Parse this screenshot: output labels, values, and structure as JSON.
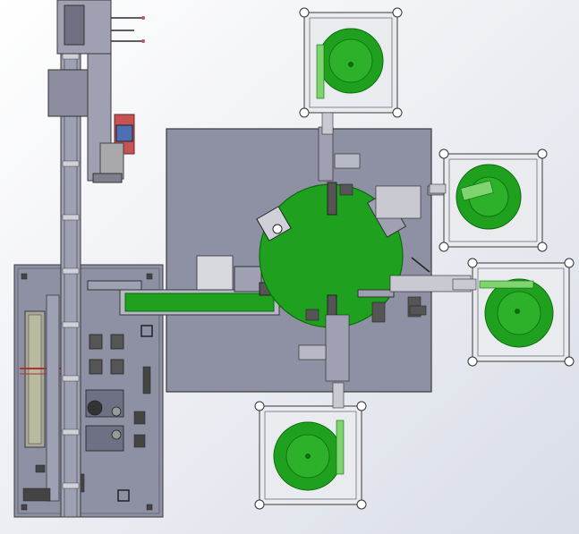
{
  "view": {
    "background_top": "#ffffff",
    "background_bottom": "#d9dde7",
    "line_color": "#3a3a3a",
    "plate_color": "#8e90a3",
    "frame_color": "#e9ebef",
    "green_color": "#1fa11f",
    "green_dark": "#0b6b0b",
    "green_light": "#7fd46f",
    "accent_red": "#c65353"
  },
  "components": [
    "top-feeder-bowl",
    "right-upper-feeder-bowl",
    "right-lower-feeder-bowl",
    "bottom-feeder-bowl",
    "central-rotary-table",
    "main-base-plate",
    "left-assembly-plate",
    "vertical-conveyor",
    "horizontal-transfer-conveyor",
    "motor-unit"
  ]
}
